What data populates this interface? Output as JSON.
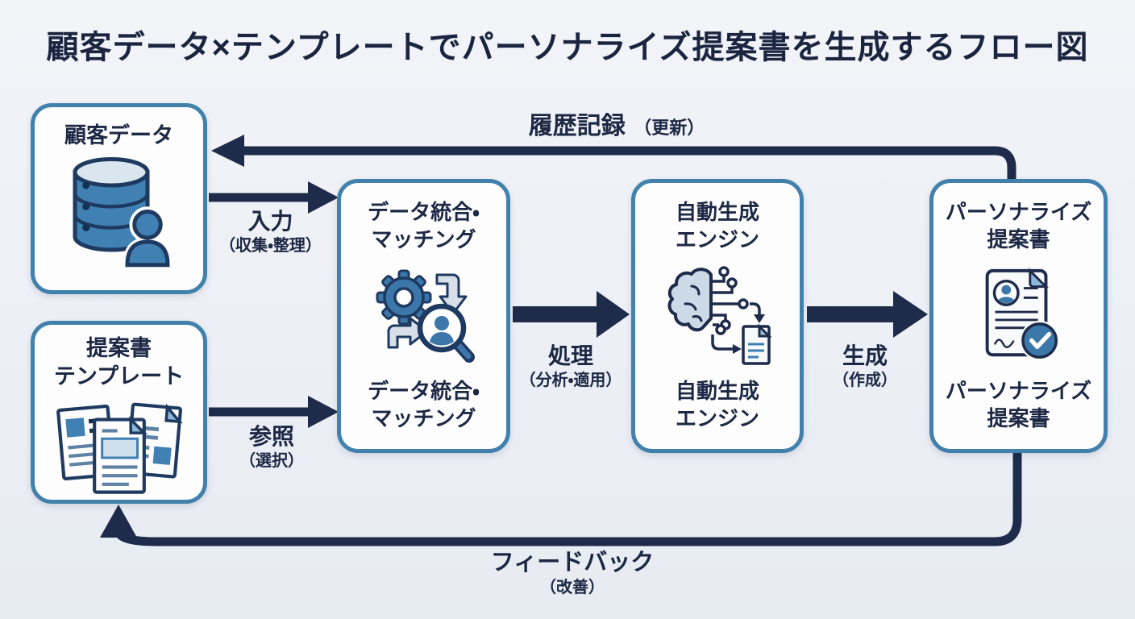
{
  "title": "顧客データ×テンプレートでパーソナライズ提案書を生成するフロー図",
  "colors": {
    "background": "#eceff5",
    "box_fill": "#fdfdfe",
    "box_border": "#4281ac",
    "arrow": "#1e2b4a",
    "text": "#1c2844",
    "icon_blue": "#3f7fb0",
    "icon_light_blue": "#cfdeeb",
    "icon_outline": "#1f3a60"
  },
  "nodes": {
    "customer_data": {
      "label": "顧客データ",
      "icon": "database-user-icon"
    },
    "proposal_template": {
      "label_l1": "提案書",
      "label_l2": "テンプレート",
      "icon": "documents-icon"
    },
    "data_matching": {
      "top_l1": "データ統合・",
      "top_l2": "マッチング",
      "bottom_l1": "データ統合・",
      "bottom_l2": "マッチング",
      "icon": "gear-cycle-search-icon"
    },
    "auto_engine": {
      "top_l1": "自動生成",
      "top_l2": "エンジン",
      "bottom_l1": "自動生成",
      "bottom_l2": "エンジン",
      "icon": "brain-circuit-icon"
    },
    "personalized_proposal": {
      "top_l1": "パーソナライズ",
      "top_l2": "提案書",
      "bottom_l1": "パーソナライズ",
      "bottom_l2": "提案書",
      "icon": "proposal-check-icon"
    }
  },
  "edges": {
    "input": {
      "label": "入力",
      "note": "（収集・整理）"
    },
    "reference": {
      "label": "参照",
      "note": "（選択）"
    },
    "process": {
      "label": "処理",
      "note": "（分析・適用）"
    },
    "generate": {
      "label": "生成",
      "note": "（作成）"
    },
    "history": {
      "label": "履歴記録",
      "note": "（更新）"
    },
    "feedback": {
      "label": "フィードバック",
      "note": "（改善）"
    }
  }
}
